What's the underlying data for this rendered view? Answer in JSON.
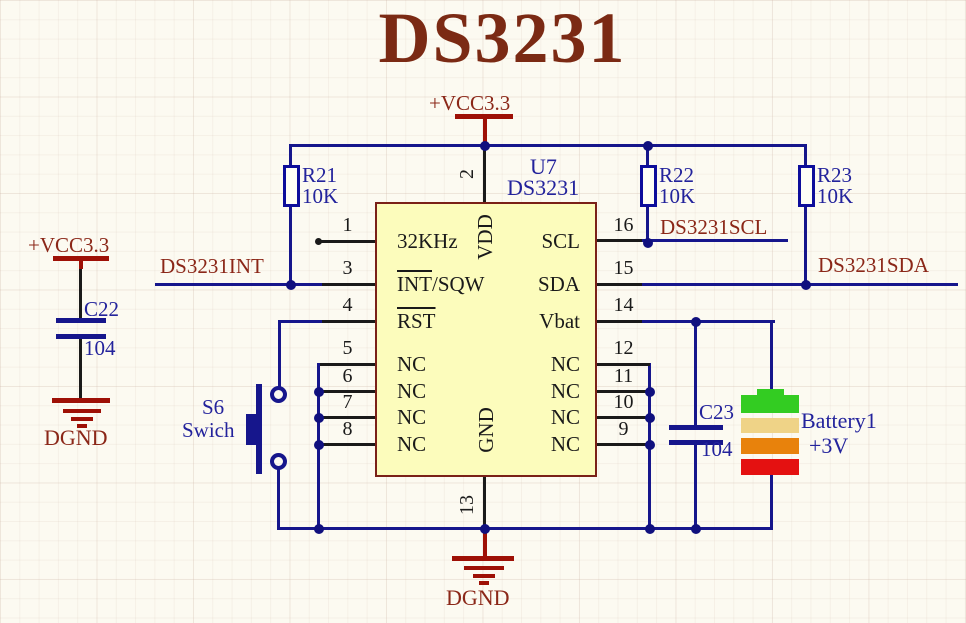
{
  "title": "DS3231",
  "power": {
    "vcc_top": "+VCC3.3",
    "vcc_left": "+VCC3.3",
    "dgnd_left": "DGND",
    "dgnd_bottom": "DGND"
  },
  "nets": {
    "int": "DS3231INT",
    "scl": "DS3231SCL",
    "sda": "DS3231SDA"
  },
  "ic": {
    "refdes": "U7",
    "part": "DS3231",
    "vdd_label": "VDD",
    "gnd_label": "GND",
    "vdd_pin": "2",
    "gnd_pin": "13",
    "left_pins": [
      {
        "num": "1",
        "name": "32KHz"
      },
      {
        "num": "3",
        "name_ov": "INT",
        "name_rest": "/SQW"
      },
      {
        "num": "4",
        "name_ov": "RST",
        "name_rest": ""
      },
      {
        "num": "5",
        "name": "NC"
      },
      {
        "num": "6",
        "name": "NC"
      },
      {
        "num": "7",
        "name": "NC"
      },
      {
        "num": "8",
        "name": "NC"
      }
    ],
    "right_pins": [
      {
        "num": "16",
        "name": "SCL"
      },
      {
        "num": "15",
        "name": "SDA"
      },
      {
        "num": "14",
        "name": "Vbat"
      },
      {
        "num": "12",
        "name": "NC"
      },
      {
        "num": "11",
        "name": "NC"
      },
      {
        "num": "10",
        "name": "NC"
      },
      {
        "num": "9",
        "name": "NC"
      }
    ]
  },
  "resistors": [
    {
      "ref": "R21",
      "value": "10K"
    },
    {
      "ref": "R22",
      "value": "10K"
    },
    {
      "ref": "R23",
      "value": "10K"
    }
  ],
  "capacitors": [
    {
      "ref": "C22",
      "value": "104"
    },
    {
      "ref": "C23",
      "value": "104"
    }
  ],
  "switch": {
    "ref": "S6",
    "name": "Swich"
  },
  "battery": {
    "ref": "Battery1",
    "value": "+3V"
  },
  "colors": {
    "wire": "#16168C",
    "junction": "#10107E",
    "pin_black": "#1a1a1a",
    "power_red": "#9E1006",
    "net_text_red": "#8B2718",
    "component_text_blue": "#23239C",
    "ic_fill": "#FCFCBC",
    "ic_border": "#7A2118",
    "battery_green": "#33CC22",
    "battery_yellow": "#EFD387",
    "battery_orange": "#E8820C",
    "battery_red": "#E41111"
  }
}
